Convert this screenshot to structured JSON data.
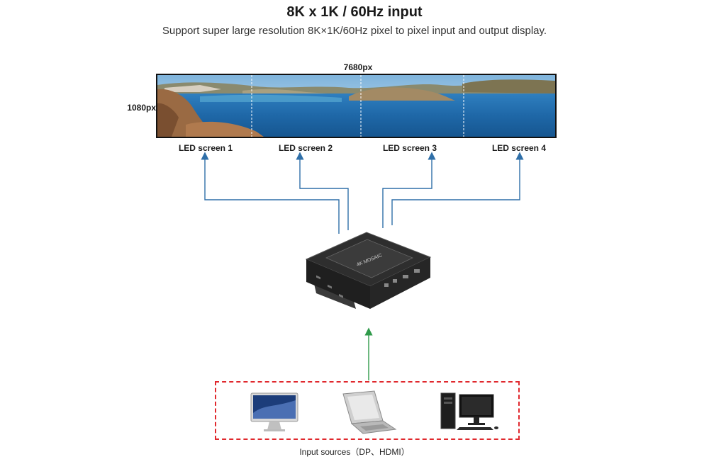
{
  "header": {
    "title": "8K x 1K / 60Hz input",
    "subtitle": "Support super large resolution 8K×1K/60Hz pixel to pixel input and output display."
  },
  "panorama": {
    "width_label": "7680px",
    "height_label": "1080px"
  },
  "screens": [
    {
      "label": "LED screen 1"
    },
    {
      "label": "LED screen 2"
    },
    {
      "label": "LED screen 3"
    },
    {
      "label": "LED screen 4"
    }
  ],
  "device": {
    "icon": "video-processor-icon",
    "label_text": "4K MOSAIC"
  },
  "inputs": {
    "caption": "Input sources（DP、HDMI）",
    "devices": [
      {
        "icon": "imac-monitor-icon"
      },
      {
        "icon": "laptop-icon"
      },
      {
        "icon": "desktop-pc-icon"
      }
    ]
  },
  "colors": {
    "output_arrow": "#2f6fa8",
    "input_arrow": "#2f9a4a",
    "input_box_border": "#e0282d"
  }
}
